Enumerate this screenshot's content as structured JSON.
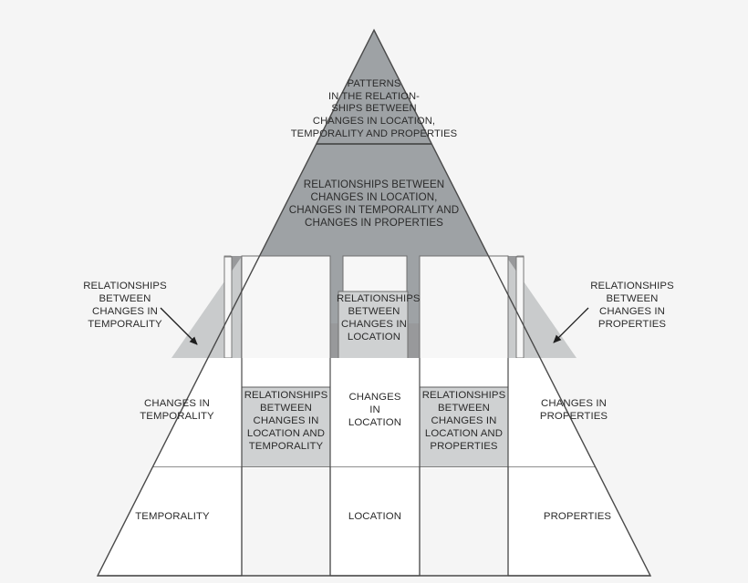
{
  "diagram": {
    "title_alt": "Pyramid of location, temporality and properties",
    "colors": {
      "background": "#f5f5f5",
      "outline": "#4a4a4a",
      "tier_dark": "#9ea2a5",
      "tier_mid_dark": "#98999b",
      "wedge_light": "#c9cbcc",
      "box_light": "#cfd1d2",
      "panel_white": "#f7f7f7",
      "text": "#2b2b2b"
    },
    "apex": {
      "label": "PATTERNS\nIN THE RELATION-\nSHIPS BETWEEN\nCHANGES IN LOCATION,\nTEMPORALITY AND PROPERTIES"
    },
    "tier2": {
      "label": "RELATIONSHIPS BETWEEN\nCHANGES IN LOCATION,\nCHANGES IN TEMPORALITY AND\nCHANGES IN PROPERTIES"
    },
    "tier3": {
      "center_box_label": "RELATIONSHIPS\nBETWEEN\nCHANGES IN\nLOCATION",
      "left_callout": {
        "label": "RELATIONSHIPS\nBETWEEN\nCHANGES IN\nTEMPORALITY",
        "arrow_name": "arrow-left-callout"
      },
      "right_callout": {
        "label": "RELATIONSHIPS\nBETWEEN\nCHANGES IN\nPROPERTIES",
        "arrow_name": "arrow-right-callout"
      }
    },
    "tier4": {
      "cells": [
        {
          "label": "CHANGES IN\nTEMPORALITY",
          "fill": "white"
        },
        {
          "label": "RELATIONSHIPS\nBETWEEN\nCHANGES IN\nLOCATION AND\nTEMPORALITY",
          "fill": "gray"
        },
        {
          "label": "CHANGES\nIN\nLOCATION",
          "fill": "white"
        },
        {
          "label": "RELATIONSHIPS\nBETWEEN\nCHANGES IN\nLOCATION AND\nPROPERTIES",
          "fill": "gray"
        },
        {
          "label": "CHANGES IN\nPROPERTIES",
          "fill": "white"
        }
      ]
    },
    "tier5": {
      "cells": [
        {
          "label": "TEMPORALITY"
        },
        {
          "label": "LOCATION"
        },
        {
          "label": "PROPERTIES"
        }
      ]
    }
  }
}
